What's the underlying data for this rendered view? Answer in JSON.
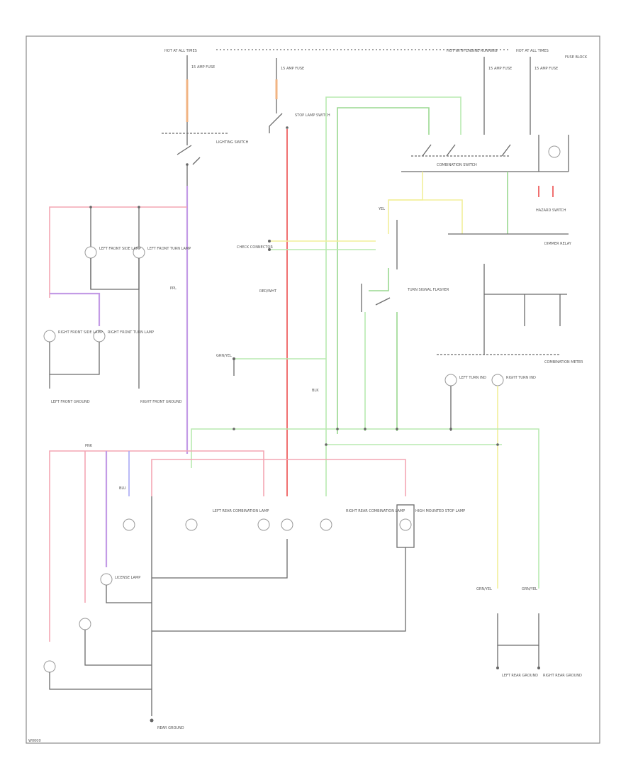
{
  "diagram": {
    "footer_code": "W0000",
    "colors": {
      "frame": "#8a8a8a",
      "wire_black": "#6b6b6b",
      "wire_pink": "#f4a6b4",
      "wire_red": "#f07070",
      "wire_green": "#b8eab0",
      "wire_yellow": "#f2ef9a",
      "wire_purple": "#c39be6",
      "wire_blue": "#a8a8f4",
      "wire_orange": "#f1b483"
    },
    "top_bus": {
      "left_label": "HOT AT ALL TIMES",
      "middle_label": "HOT WITH ENGINE RUNNING",
      "right_label": "HOT AT ALL TIMES"
    },
    "fuse_box": "FUSE BLOCK",
    "fuses": [
      "15 AMP FUSE",
      "15 AMP FUSE",
      "15 AMP FUSE",
      "15 AMP FUSE"
    ],
    "switches": {
      "lighting": "LIGHTING SWITCH",
      "stop": "STOP LAMP SWITCH",
      "combination": "COMBINATION SWITCH",
      "hazard": "HAZARD SWITCH",
      "flasher": "TURN SIGNAL FLASHER"
    },
    "lamps": {
      "left_front_side": "LEFT FRONT SIDE LAMP",
      "left_front_turn": "LEFT FRONT TURN LAMP",
      "right_front_side": "RIGHT FRONT SIDE LAMP",
      "right_front_turn": "RIGHT FRONT TURN LAMP",
      "left_rear_combo": "LEFT REAR COMBINATION LAMP",
      "right_rear_combo": "RIGHT REAR COMBINATION LAMP",
      "license": "LICENSE LAMP",
      "high_stop": "HIGH MOUNTED STOP LAMP",
      "indicator_left": "LEFT TURN IND",
      "indicator_right": "RIGHT TURN IND"
    },
    "grounds": {
      "g1": "LEFT FRONT GROUND",
      "g2": "RIGHT FRONT GROUND",
      "g3": "REAR GROUND",
      "g4": "LEFT REAR GROUND",
      "g5": "RIGHT REAR GROUND"
    },
    "connectors": {
      "dimmer": "DIMMER RELAY",
      "check": "CHECK CONNECTOR",
      "indicator": "COMBINATION METER"
    },
    "wire_codes": {
      "red": "RED/WHT",
      "green": "GRN/YEL",
      "black": "BLK",
      "purple": "PPL",
      "blue": "BLU",
      "yellow": "YEL",
      "pink": "PNK"
    }
  }
}
